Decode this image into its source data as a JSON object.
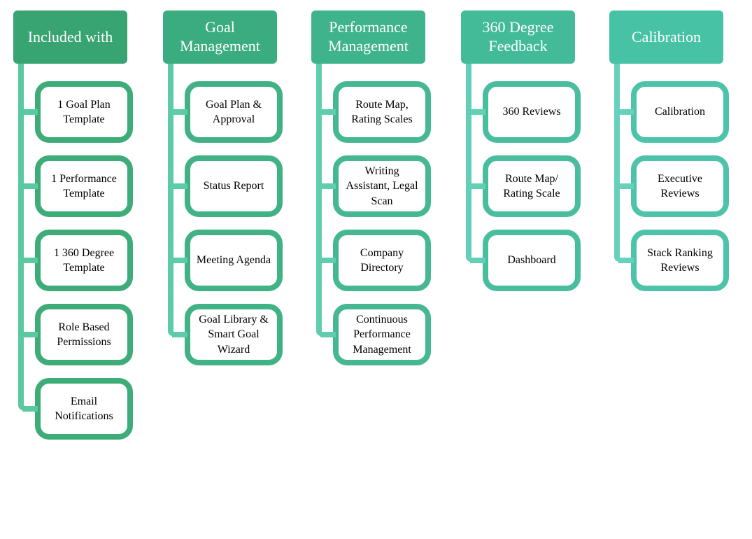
{
  "diagram_title": "Feature comparison hierarchy diagram",
  "background_color": "#FFFFFF",
  "text_colors": {
    "header_text": "#FFFFFF",
    "item_text": "#000000"
  },
  "columns": [
    {
      "title": "Included with",
      "colors": {
        "header": "#37A471",
        "item_border": "#3DAC78",
        "connector": "#5BC9A0"
      },
      "items": [
        "1 Goal Plan Template",
        "1 Performance Template",
        "1 360 Degree Template",
        "Role Based Permissions",
        "Email Notifications"
      ]
    },
    {
      "title": "Goal Management",
      "colors": {
        "header": "#3BAC7F",
        "item_border": "#41B285",
        "connector": "#5ECBA8"
      },
      "items": [
        "Goal Plan & Approval",
        "Status Report",
        "Meeting Agenda",
        "Goal Library & Smart Goal Wizard"
      ]
    },
    {
      "title": "Performance Management",
      "colors": {
        "header": "#3FB38C",
        "item_border": "#45B892",
        "connector": "#61CDAF"
      },
      "items": [
        "Route Map, Rating Scales",
        "Writing Assistant, Legal Scan",
        "Company Directory",
        "Continuous Performance Management"
      ]
    },
    {
      "title": "360 Degree Feedback",
      "colors": {
        "header": "#43BB99",
        "item_border": "#49BE9E",
        "connector": "#64CFB7"
      },
      "items": [
        "360 Reviews",
        "Route Map/ Rating Scale",
        "Dashboard"
      ]
    },
    {
      "title": "Calibration",
      "colors": {
        "header": "#47C2A5",
        "item_border": "#4DC4A9",
        "connector": "#67D1BE"
      },
      "items": [
        "Calibration",
        "Executive Reviews",
        "Stack Ranking Reviews"
      ]
    }
  ]
}
